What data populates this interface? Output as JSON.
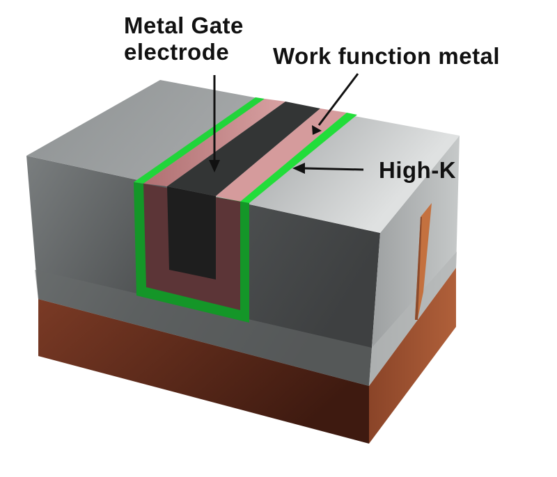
{
  "labels": {
    "metal_gate_line1": "Metal Gate",
    "metal_gate_line2": "electrode",
    "work_function_metal": "Work function metal",
    "high_k": "High-K"
  },
  "colors": {
    "substrate": "#6b3220",
    "substrate_side": "#8e4a2a",
    "body": "#5d6061",
    "top_surface": "#b9bcbd",
    "gate_electrode": "#262626",
    "work_function_metal": "#c07a7c",
    "work_function_metal_dark": "#5a3234",
    "high_k": "#22cc33",
    "high_k_dark": "#138a22",
    "side_contact": "#c0703f"
  }
}
